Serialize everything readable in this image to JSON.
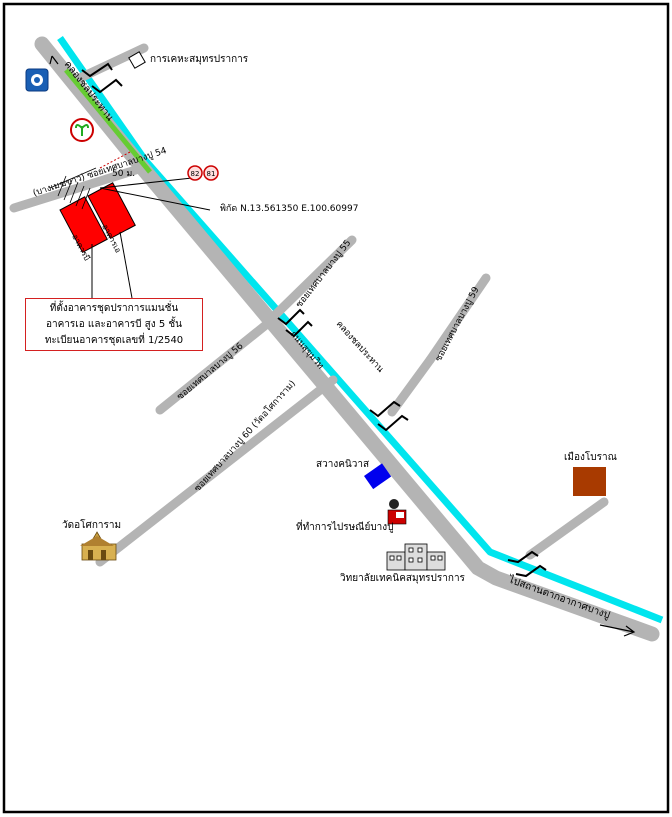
{
  "map": {
    "bank_logo": "krungthai-bank-logo",
    "labels": {
      "revenue_office": "การเคหะสมุทรปราการ",
      "canal_top": "คลองชลประทาน",
      "soi_54": "(บางเมฆขาว) ซอยเทศบาลบางปู 54",
      "distance": "50 ม.",
      "building_a": "อาคารเอ",
      "building_b": "อาคารบี",
      "coordinates": "พิกัด N.13.561350 E.100.60997",
      "soi_55": "ซอยเทศบาลบางปู 55",
      "soi_56": "ซอยเทศบาลบางปู 56",
      "soi_59": "ซอยเทศบาลบางปู 59",
      "soi_60": "ซอยเทศบาลบางปู 60 (วัดอโศการาม)",
      "main_road": "ถนนสุขุมวิท",
      "canal_main": "คลองชลประทาน",
      "sawang": "สวางคนิวาส",
      "post_office": "ที่ทำการไปรษณีย์บางปู",
      "college": "วิทยาลัยเทคนิคสมุทรปราการ",
      "temple": "วัดอโศการาม",
      "ancient_city": "เมืองโบราณ",
      "to_bangpu": "ไปสถานตากอากาศบางปู",
      "route_1": "82",
      "route_2": "81"
    },
    "info_box": {
      "line1": "ที่ตั้งอาคารชุดปราการแมนชั่น",
      "line2": "อาคารเอ และอาคารบี สูง 5 ชั้น",
      "line3": "ทะเบียนอาคารชุดเลขที่ 1/2540"
    },
    "colors": {
      "road": "#b4b4b4",
      "canal": "#00e5ee",
      "building": "#ff0000",
      "sawang": "#0000ee",
      "ancient_city": "#a83a00",
      "green_strip": "#66cc33"
    }
  }
}
